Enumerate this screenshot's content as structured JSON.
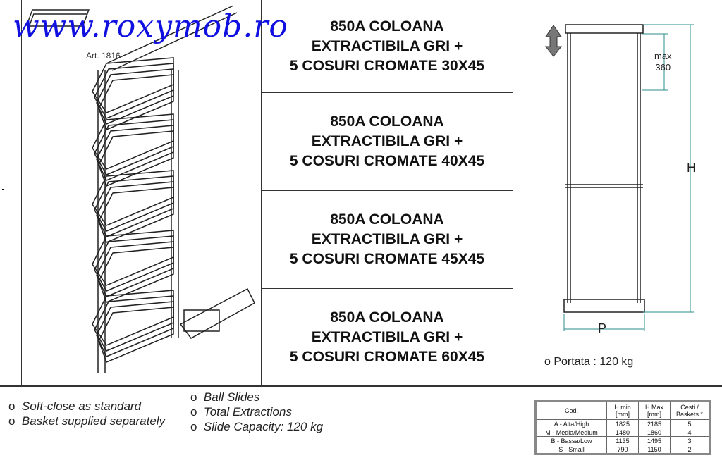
{
  "watermark": "www.roxymob.ro",
  "article_label": "Art. 1816",
  "products": [
    {
      "line1": "850A COLOANA",
      "line2": "EXTRACTIBILA GRI +",
      "line3": "5 COSURI CROMATE 30X45"
    },
    {
      "line1": "850A COLOANA",
      "line2": "EXTRACTIBILA GRI +",
      "line3": "5 COSURI CROMATE 40X45"
    },
    {
      "line1": "850A COLOANA",
      "line2": "EXTRACTIBILA GRI +",
      "line3": "5 COSURI CROMATE 45X45"
    },
    {
      "line1": "850A COLOANA",
      "line2": "EXTRACTIBILA GRI +",
      "line3": "5 COSURI CROMATE 60X45"
    }
  ],
  "drawing": {
    "max_label": "max",
    "max_value": "360",
    "height_label": "H",
    "depth_label": "P",
    "dimension_color": "#2a8c8c"
  },
  "portata": "o Portata : 120 kg",
  "features_left": [
    "Soft-close as standard",
    "Basket supplied separately"
  ],
  "features_right": [
    "Ball Slides",
    "Total Extractions",
    "Slide Capacity: 120 kg"
  ],
  "spec_table": {
    "headers": [
      "Cod.",
      "H min [mm]",
      "H Max [mm]",
      "Cesti / Baskets *"
    ],
    "rows": [
      [
        "A - Alta/High",
        "1825",
        "2185",
        "5"
      ],
      [
        "M - Media/Medium",
        "1480",
        "1860",
        "4"
      ],
      [
        "B - Bassa/Low",
        "1135",
        "1495",
        "3"
      ],
      [
        "S - Small",
        "790",
        "1150",
        "2"
      ]
    ]
  }
}
